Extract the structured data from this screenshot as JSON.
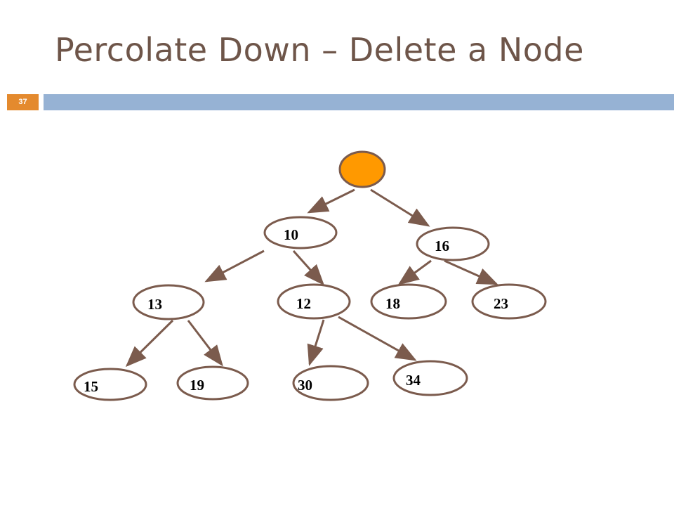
{
  "slide": {
    "title": "Percolate Down – Delete a Node",
    "number": "37"
  },
  "colors": {
    "title": "#6e5549",
    "accent_bar": "#96b2d4",
    "slide_number_bg": "#e48a2e",
    "node_stroke": "#7b5b4d",
    "edge": "#7b5b4d",
    "root_fill": "#ff9900"
  },
  "tree": {
    "nodes": [
      {
        "id": "root",
        "label": ""
      },
      {
        "id": "n10",
        "label": "10"
      },
      {
        "id": "n16",
        "label": "16"
      },
      {
        "id": "n13",
        "label": "13"
      },
      {
        "id": "n12",
        "label": "12"
      },
      {
        "id": "n18",
        "label": "18"
      },
      {
        "id": "n23",
        "label": "23"
      },
      {
        "id": "n15",
        "label": "15"
      },
      {
        "id": "n19",
        "label": "19"
      },
      {
        "id": "n30",
        "label": "30"
      },
      {
        "id": "n34",
        "label": "34"
      }
    ],
    "edges": [
      [
        "root",
        "n10"
      ],
      [
        "root",
        "n16"
      ],
      [
        "n10",
        "n13"
      ],
      [
        "n10",
        "n12"
      ],
      [
        "n16",
        "n18"
      ],
      [
        "n16",
        "n23"
      ],
      [
        "n13",
        "n15"
      ],
      [
        "n13",
        "n19"
      ],
      [
        "n12",
        "n30"
      ],
      [
        "n12",
        "n34"
      ]
    ]
  }
}
